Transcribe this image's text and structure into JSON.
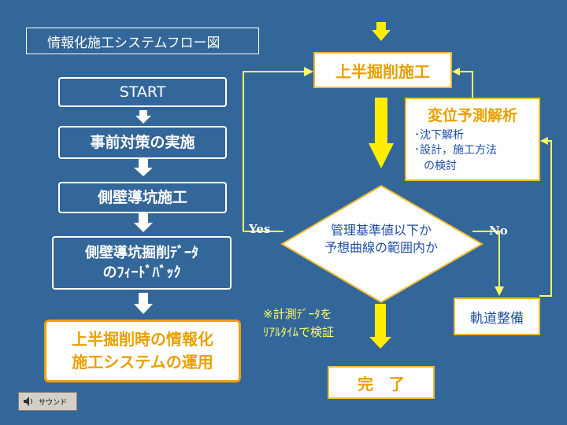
{
  "title": "情報化施工システムフロー図",
  "left_flow": {
    "start": "START",
    "step1": "事前対策の実施",
    "step2": "側壁導坑施工",
    "step3_line1": "側壁導坑掘削ﾃﾞｰﾀ",
    "step3_line2": "のﾌｨｰﾄﾞﾊﾞｯｸ",
    "step4_line1": "上半掘削時の情報化",
    "step4_line2": "施工システムの運用"
  },
  "right_flow": {
    "excavation": "上半掘削施工",
    "prediction_title": "変位予測解析",
    "prediction_item1": "･沈下解析",
    "prediction_item2": "･設計，施工方法",
    "prediction_item3": "の検討",
    "decision_line1": "管理基準値以下か",
    "decision_line2": "予想曲線の範囲内か",
    "yes": "Yes",
    "no": "No",
    "note_line1": "※計測ﾃﾞｰﾀを",
    "note_line2": "ﾘｱﾙﾀｲﾑで検証",
    "track": "軌道整備",
    "finish": "完　了"
  },
  "sound_button": "サウンド",
  "colors": {
    "background": "#336699",
    "arrow_yellow": "#ffee00",
    "accent_orange": "#e8a000",
    "line_yellow": "#ffff66"
  }
}
